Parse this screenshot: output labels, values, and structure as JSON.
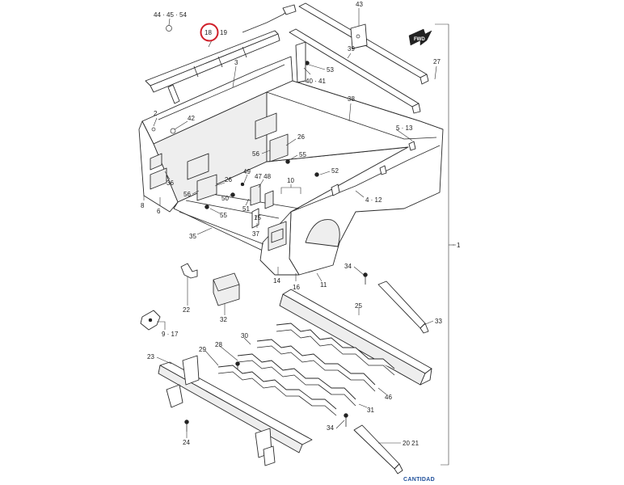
{
  "callouts": {
    "c44_45_54": "44 · 45 · 54",
    "c18": "18",
    "c19": "19",
    "c43": "43",
    "c39": "39",
    "c27": "27",
    "c3": "3",
    "c53": "53",
    "c40_41": "40 · 41",
    "c38": "38",
    "c2": "2",
    "c42": "42",
    "c5_13": "5 · 13",
    "c26a": "26",
    "c56a": "56",
    "c55a": "55",
    "c36": "36",
    "c52": "52",
    "c49": "49",
    "c47_48": "47 48",
    "c26b": "26",
    "c10": "10",
    "c56b": "56",
    "c50": "50",
    "c51": "51",
    "c4_12": "4 · 12",
    "c8": "8",
    "c6": "6",
    "c55b": "55",
    "c15": "15",
    "c37": "37",
    "c35": "35",
    "c1": "1",
    "c34a": "34",
    "c14": "14",
    "c16": "16",
    "c11": "11",
    "c22": "22",
    "c32": "32",
    "c25": "25",
    "c33": "33",
    "c9_17": "9 · 17",
    "c30": "30",
    "c28": "28",
    "c23": "23",
    "c29": "29",
    "c46": "46",
    "c31": "31",
    "c34b": "34",
    "c20_21": "20 21",
    "c24": "24"
  },
  "fwd_arrow_text": "FWD",
  "highlight_callout": "18",
  "highlight_color": "#d0202a",
  "footer": {
    "label": "CANTIDAD"
  }
}
